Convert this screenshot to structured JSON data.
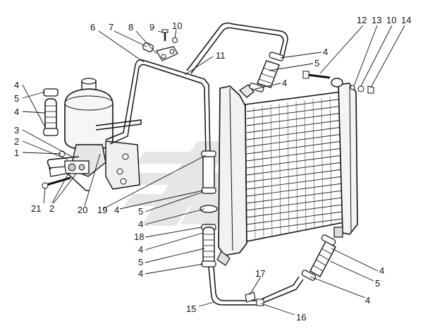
{
  "diagram": {
    "callouts": [
      {
        "key": "l1",
        "text": "1"
      },
      {
        "key": "l2a",
        "text": "2"
      },
      {
        "key": "l3",
        "text": "3"
      },
      {
        "key": "l4a",
        "text": "4"
      },
      {
        "key": "l5a",
        "text": "5"
      },
      {
        "key": "l4b",
        "text": "4"
      },
      {
        "key": "l6",
        "text": "6"
      },
      {
        "key": "l7",
        "text": "7"
      },
      {
        "key": "l8",
        "text": "8"
      },
      {
        "key": "l9",
        "text": "9"
      },
      {
        "key": "l10a",
        "text": "10"
      },
      {
        "key": "l11",
        "text": "11"
      },
      {
        "key": "l12",
        "text": "12"
      },
      {
        "key": "l13",
        "text": "13"
      },
      {
        "key": "l10b",
        "text": "10"
      },
      {
        "key": "l14",
        "text": "14"
      },
      {
        "key": "l4c",
        "text": "4"
      },
      {
        "key": "l5b",
        "text": "5"
      },
      {
        "key": "l4d",
        "text": "4"
      },
      {
        "key": "l21",
        "text": "21"
      },
      {
        "key": "l2b",
        "text": "2"
      },
      {
        "key": "l20",
        "text": "20"
      },
      {
        "key": "l19",
        "text": "19"
      },
      {
        "key": "l4e",
        "text": "4"
      },
      {
        "key": "l5c",
        "text": "5"
      },
      {
        "key": "l4f",
        "text": "4"
      },
      {
        "key": "l18",
        "text": "18"
      },
      {
        "key": "l4g",
        "text": "4"
      },
      {
        "key": "l5d",
        "text": "5"
      },
      {
        "key": "l4h",
        "text": "4"
      },
      {
        "key": "l4i",
        "text": "4"
      },
      {
        "key": "l5e",
        "text": "5"
      },
      {
        "key": "l4j",
        "text": "4"
      },
      {
        "key": "l17",
        "text": "17"
      },
      {
        "key": "l15",
        "text": "15"
      },
      {
        "key": "l16",
        "text": "16"
      }
    ]
  }
}
